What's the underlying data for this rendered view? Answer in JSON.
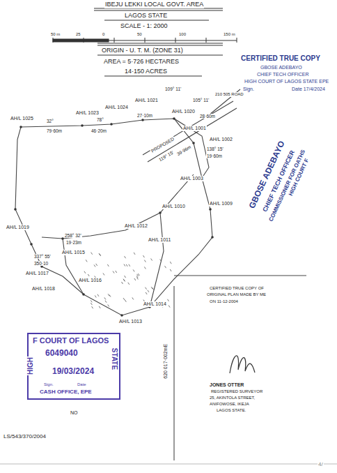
{
  "diagram": {
    "labels": [
      "IBEJU LEKKI LOCAL GOVT. AREA",
      "LAGOS STATE",
      "SCALE - 1: 2000",
      "50 m",
      "25",
      "0",
      "50",
      "100",
      "150 m",
      "ORIGIN - U. T. M. (ZONE 31)",
      "AREA = 5·726 HECTARES",
      "14·150 ACRES",
      "CERTIFIED TRUE COPY",
      "GBOSE ADEBAYO",
      "CHIEF TECH OFFICER",
      "HIGH COURT OF LAGOS STATE EPE",
      "Sign.",
      "Date 17/4/2024",
      "GBOSE ADEBAYO",
      "CHIEF TECH OFFICER",
      "COMMISSIONER FOR OATHS",
      "HIGH COURT F",
      "AH/L 1025",
      "AH/L 1023",
      "AH/L 1024",
      "AH/L 1021",
      "AH/L 1020",
      "AH/L 1001",
      "AH/L 1002",
      "AH/L 1003",
      "AH/L 1009",
      "AH/L 1010",
      "AH/L 1011",
      "AH/L 1012",
      "AH/L 1015",
      "AH/L 1016",
      "AH/L 1017",
      "AH/L 1018",
      "AH/L 1019",
      "AH/L 1013",
      "AH/L 1014",
      "32°",
      "79·60m",
      "78°",
      "46·20m",
      "109° 11'",
      "27·10m",
      "105° 11'",
      "28·60m",
      "PROPOSED",
      "119° 15'",
      "39·96m",
      "210 505 ROAD",
      "138° 15'",
      "19·60m",
      "258° 32'",
      "19·23m",
      "337° 55'",
      "350·10",
      "620 017·002mE",
      "CERTIFIED TRUE COPY OF",
      "ORIGINAL PLAN MADE BY ME",
      "ON 11-12-2004",
      "JONES OTTER",
      "REGISTERED SURVEYOR",
      "25, AKINTOLA STREET,",
      "ANIFOWOSE, IKEJA",
      "LAGOS STATE.",
      "F COURT OF LAGOS",
      "HIGH",
      "STATE",
      "6049040",
      "19/03/2024",
      "Sign.",
      "Date",
      "CASH OFFICE, EPE",
      "NO",
      "LS/543/370/2004",
      "4/"
    ]
  }
}
